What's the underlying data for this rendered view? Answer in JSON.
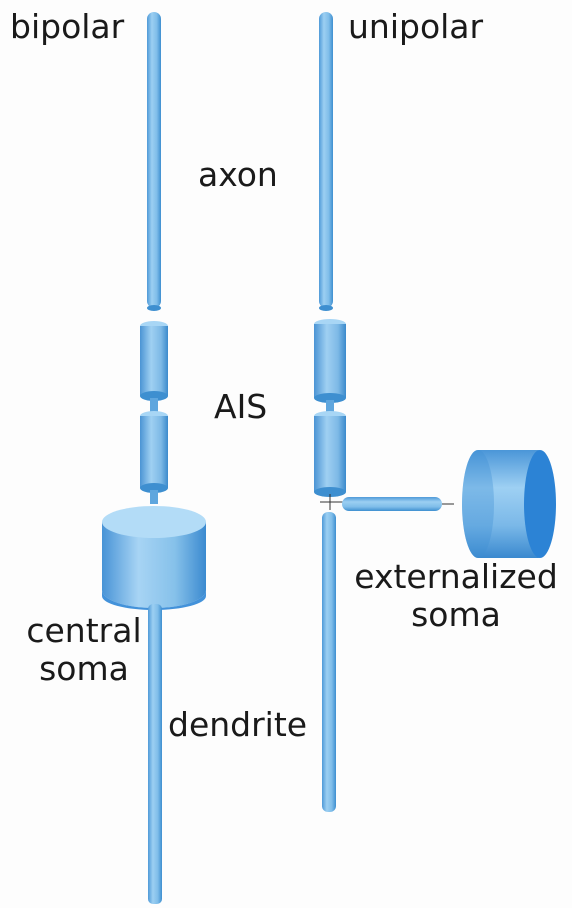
{
  "labels": {
    "bipolar": "bipolar",
    "unipolar": "unipolar",
    "axon": "axon",
    "ais": "AIS",
    "central_soma": [
      "central",
      "soma"
    ],
    "externalized_soma": [
      "externalized",
      "soma"
    ],
    "dendrite": "dendrite"
  },
  "colors": {
    "background": "#fdfdfd",
    "process_fill": "#7fbde9",
    "process_light": "#b7dcf6",
    "process_dark": "#3e8fd0",
    "soma_dark": "#2f86d6",
    "text": "#1a1a1a"
  }
}
